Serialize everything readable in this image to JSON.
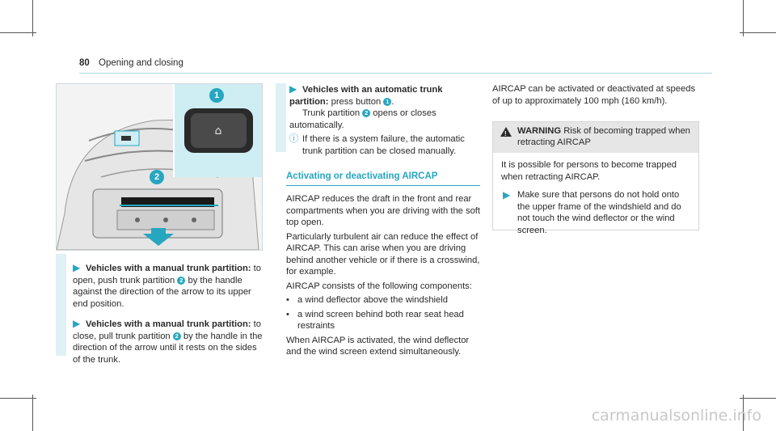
{
  "header": {
    "page_number": "80",
    "section": "Opening and closing"
  },
  "col1": {
    "p1_title": "Vehicles with a manual trunk partition:",
    "p1_a": " to open, push trunk partition ",
    "p1_num": "2",
    "p1_b": " by the handle against the direction of the arrow to its upper end position.",
    "p2_title": "Vehicles with a manual trunk partition:",
    "p2_a": " to close, pull trunk partition ",
    "p2_num": "2",
    "p2_b": " by the handle in the direction of the arrow until it rests on the sides of the trunk."
  },
  "figure": {
    "callout1": "1",
    "callout2": "2"
  },
  "col2": {
    "p1_title": "Vehicles with an automatic trunk partition:",
    "p1_a": " press button ",
    "p1_num": "1",
    "p1_b": ".",
    "p1_c": "Trunk partition ",
    "p1_num2": "2",
    "p1_d": " opens or closes automatically.",
    "info": "If there is a system failure, the automatic trunk partition can be closed manually.",
    "section_title": "Activating or deactivating AIRCAP",
    "s1": "AIRCAP reduces the draft in the front and rear compartments when you are driving with the soft top open.",
    "s2": "Particularly turbulent air can reduce the effect of AIRCAP. This can arise when you are driving behind another vehicle or if there is a crosswind, for example.",
    "s3": "AIRCAP consists of the following components:",
    "b1": "a wind deflector above the windshield",
    "b2": "a wind screen behind both rear seat head restraints",
    "s4": "When AIRCAP is activated, the wind deflector and the wind screen extend simultaneously."
  },
  "col3": {
    "p1": "AIRCAP can be activated or deactivated at speeds of up to approximately 100 mph (160 km/h).",
    "warning_label": "WARNING",
    "warning_title": "Risk of becoming trapped when retracting AIRCAP",
    "warning_body": "It is possible for persons to become trapped when retracting AIRCAP.",
    "warning_action": "Make sure that persons do not hold onto the upper frame of the windshield and do not touch the wind deflector or the wind screen."
  },
  "watermark": "carmanualsonline.info"
}
